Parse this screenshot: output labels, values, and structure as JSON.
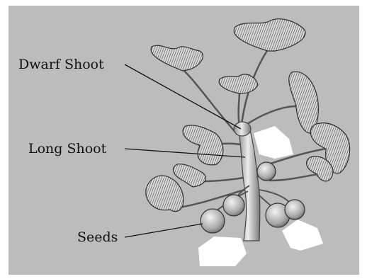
{
  "labels": {
    "dwarf_shoot": "Dwarf Shoot",
    "long_shoot": "Long Shoot",
    "seeds": "Seeds"
  },
  "colors": {
    "background": "#bcbcbc",
    "leaf_fill": "#d6d6d6",
    "leaf_vein": "#3a3a3a",
    "stem": "#cfcfcf",
    "blank_patch": "#ffffff"
  },
  "icons": {
    "plant": "ginkgo-branch-illustration"
  }
}
